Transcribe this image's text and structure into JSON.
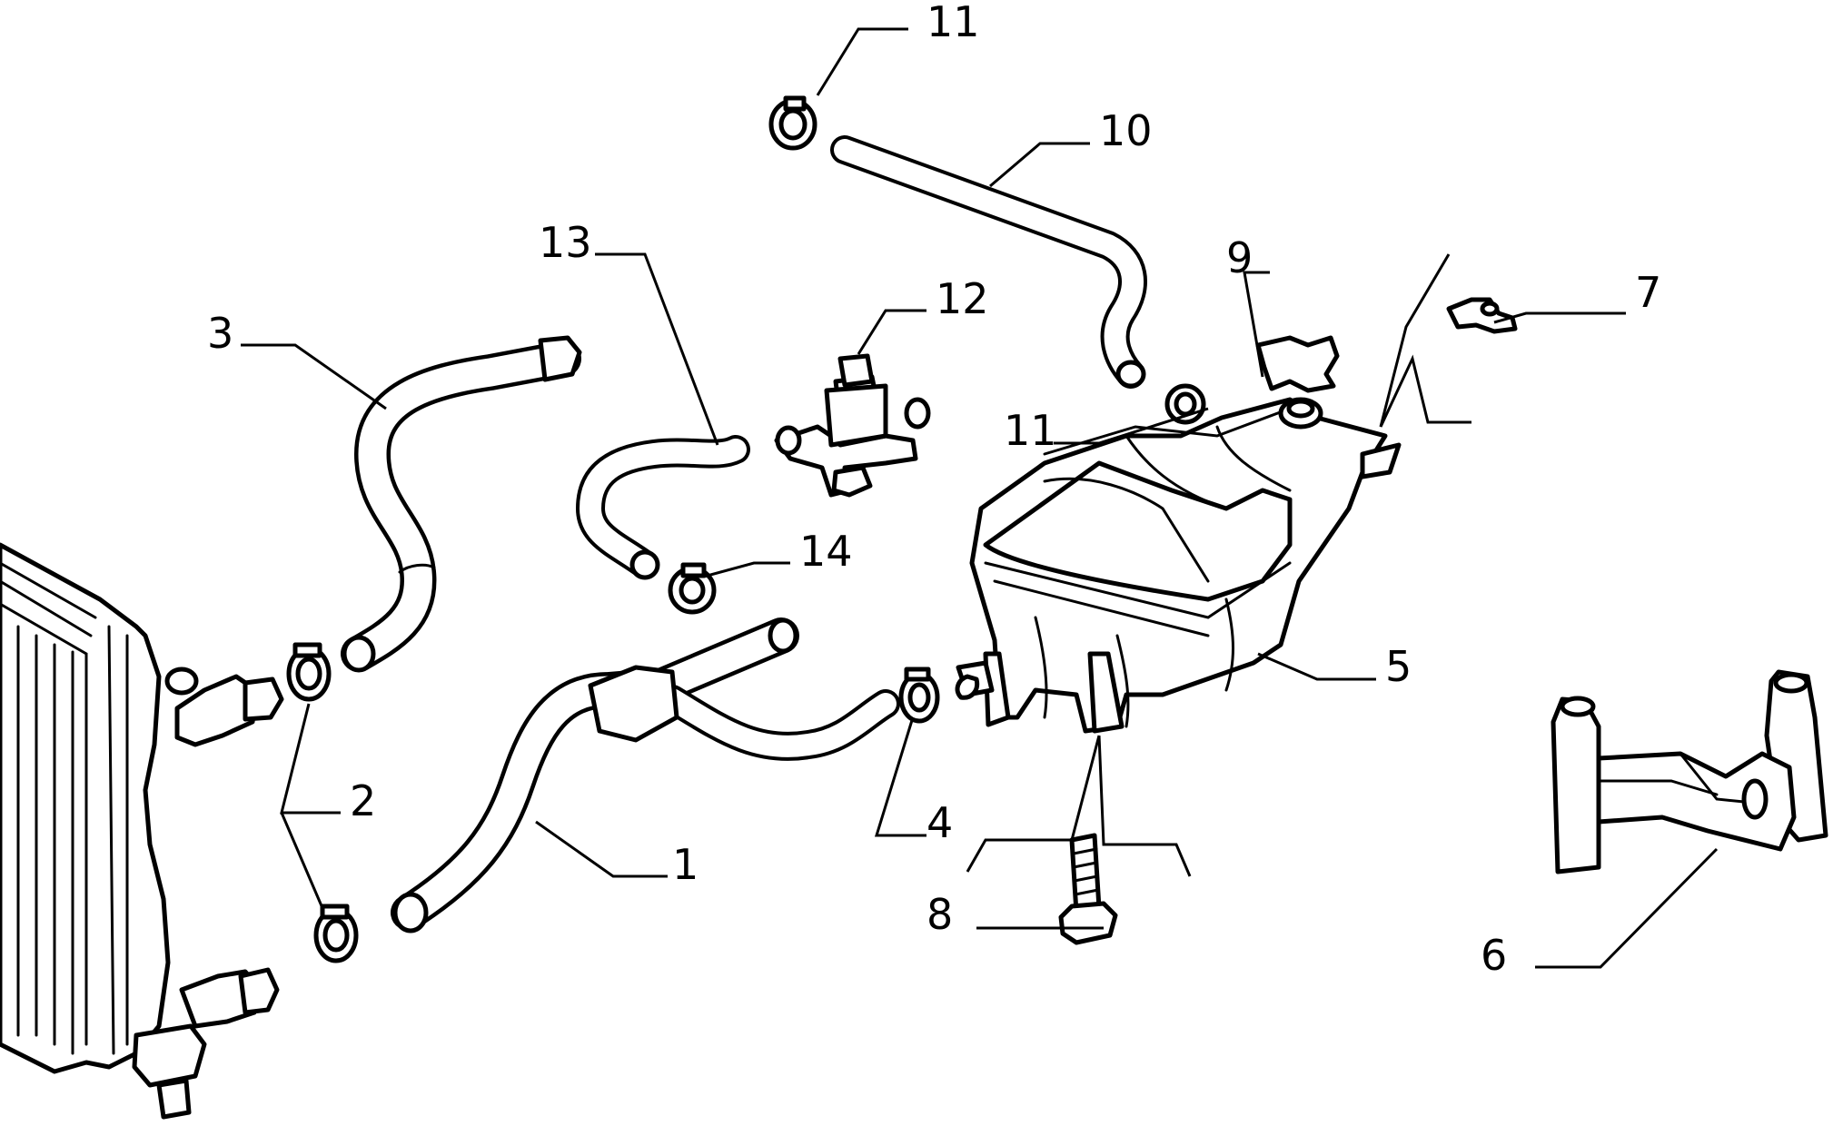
{
  "callouts": [
    {
      "id": "1",
      "text": "1"
    },
    {
      "id": "2",
      "text": "2"
    },
    {
      "id": "3",
      "text": "3"
    },
    {
      "id": "4",
      "text": "4"
    },
    {
      "id": "5",
      "text": "5"
    },
    {
      "id": "6",
      "text": "6"
    },
    {
      "id": "7",
      "text": "7"
    },
    {
      "id": "8",
      "text": "8"
    },
    {
      "id": "9",
      "text": "9"
    },
    {
      "id": "10",
      "text": "10"
    },
    {
      "id": "11a",
      "text": "11"
    },
    {
      "id": "11b",
      "text": "11"
    },
    {
      "id": "12",
      "text": "12"
    },
    {
      "id": "13",
      "text": "13"
    },
    {
      "id": "14",
      "text": "14"
    }
  ]
}
